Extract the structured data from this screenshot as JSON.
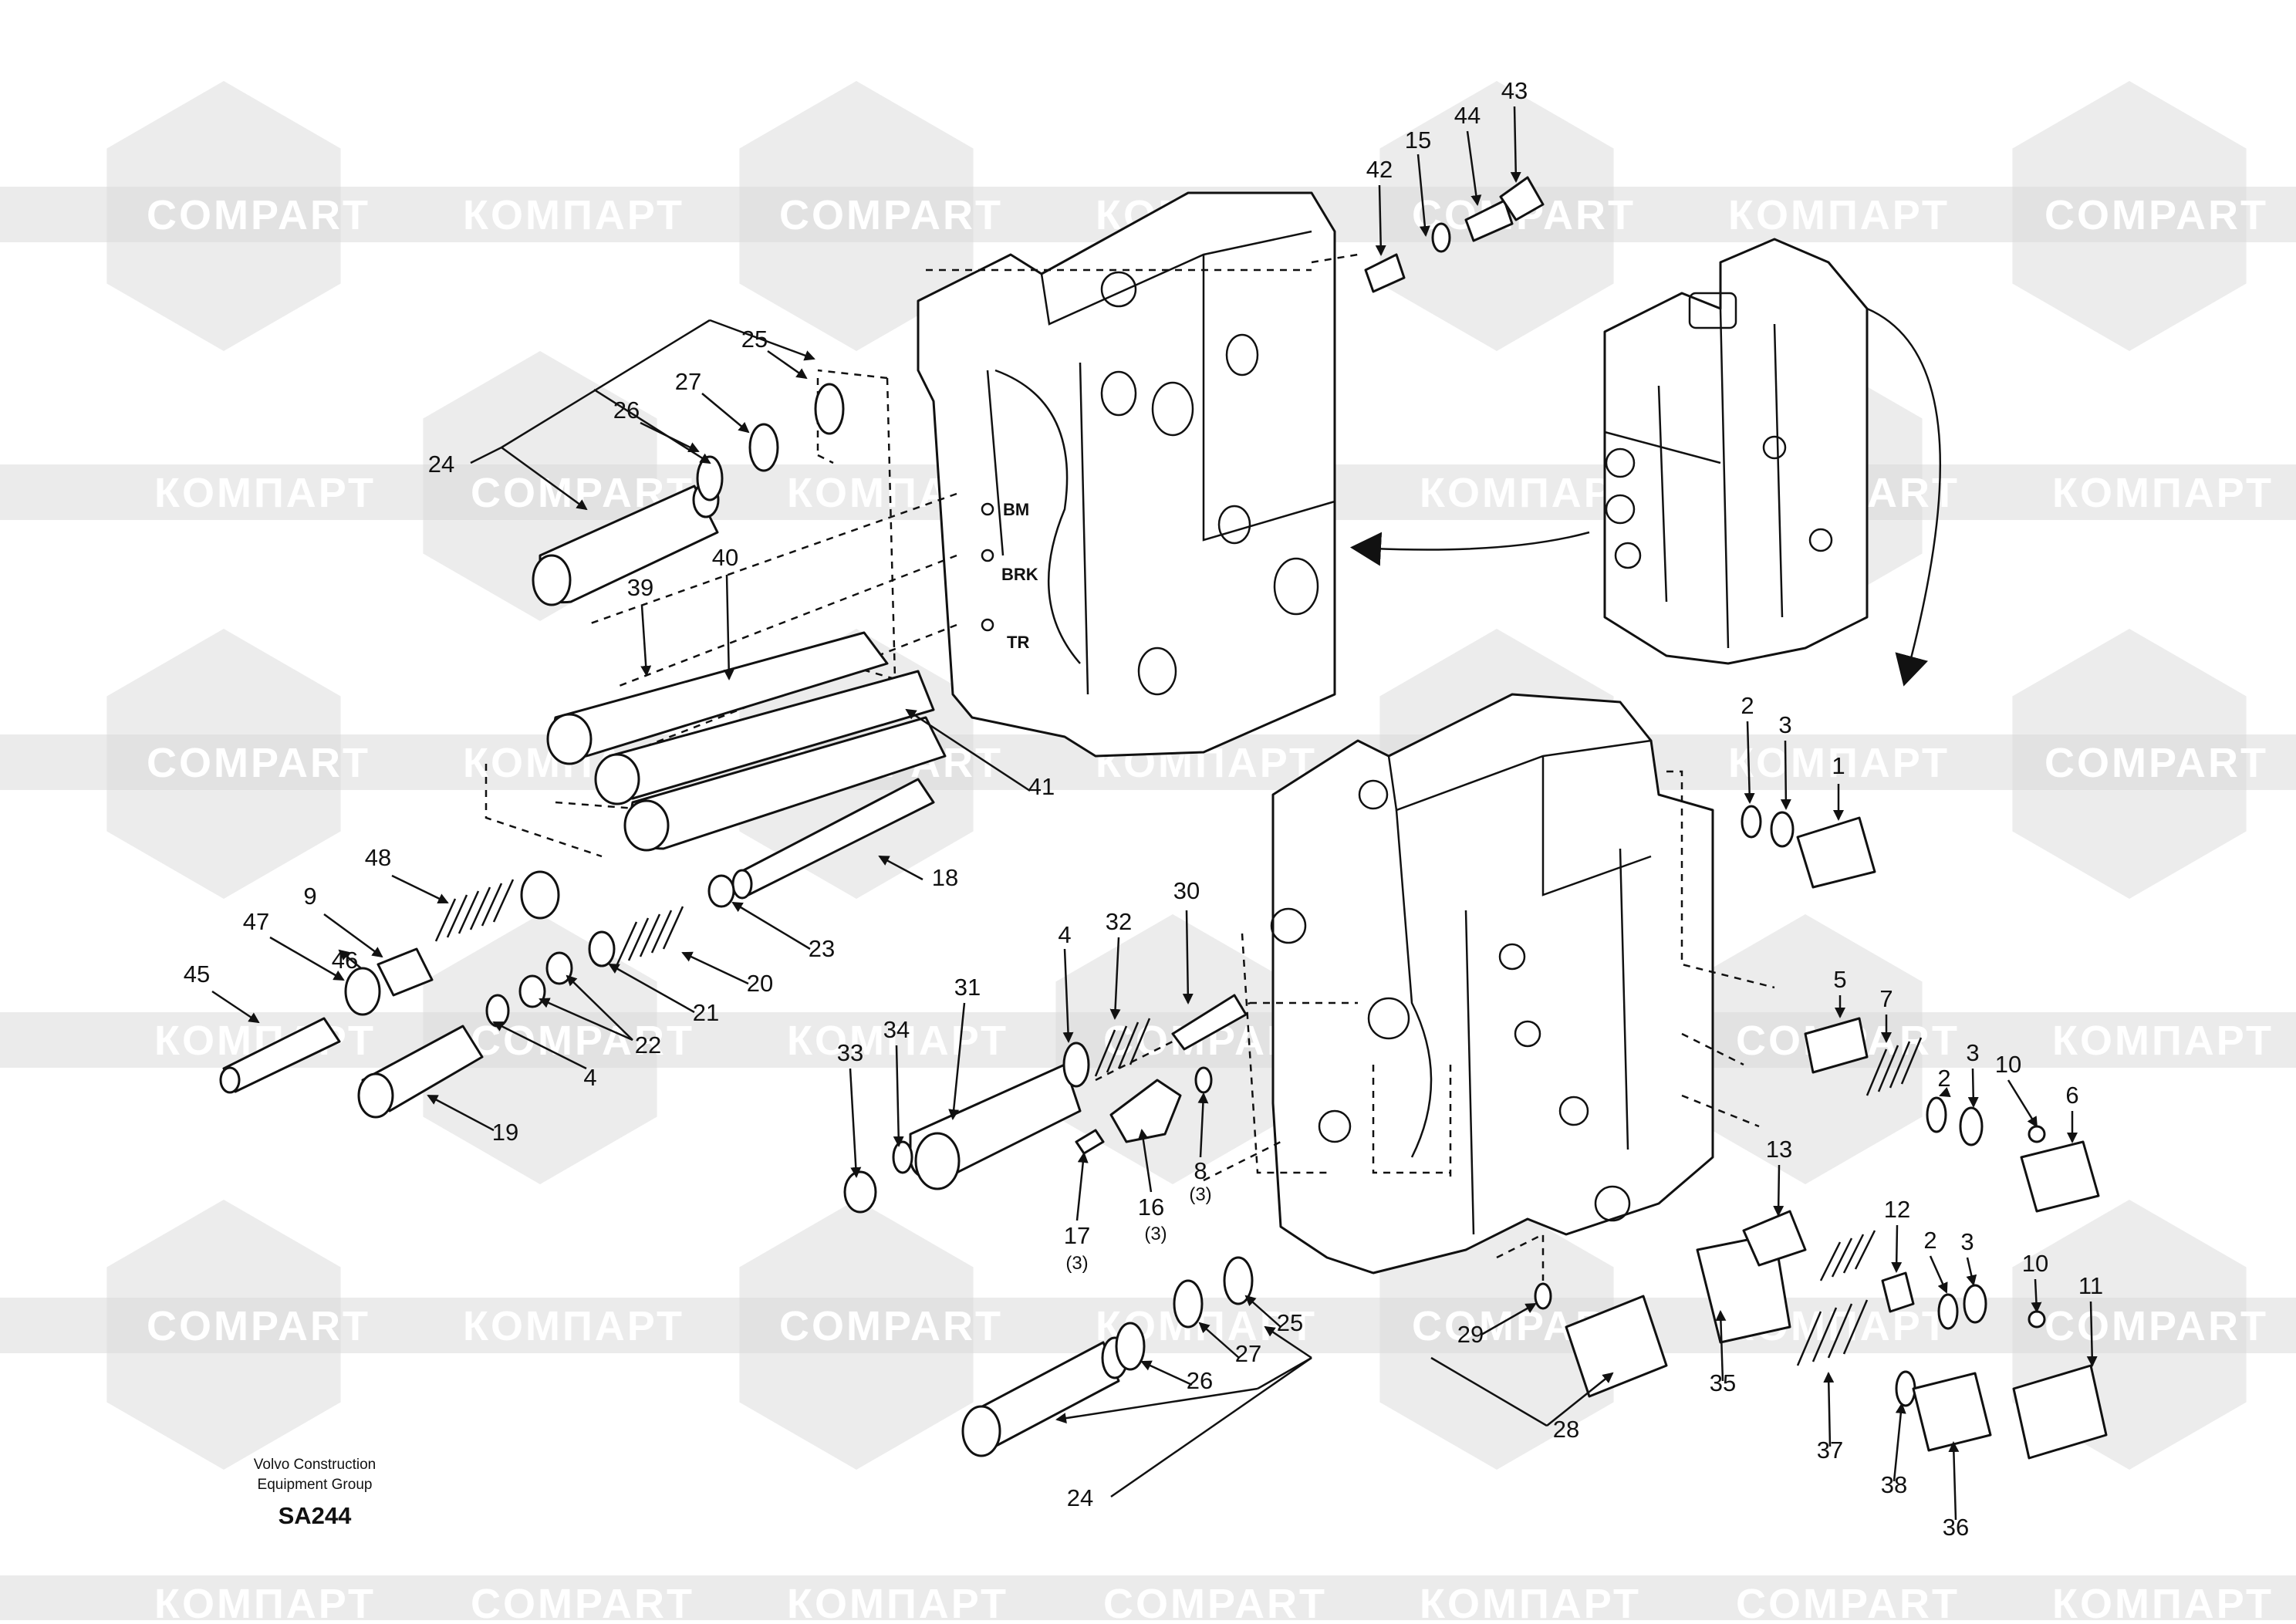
{
  "watermark": {
    "brand_a": "COMPART",
    "brand_b": "КОМПАРТ"
  },
  "valve_ports": [
    "BM",
    "BRK",
    "TR"
  ],
  "callouts": [
    "1",
    "2",
    "3",
    "2",
    "3",
    "2",
    "3",
    "4",
    "4",
    "5",
    "6",
    "7",
    "8",
    "(3)",
    "9",
    "10",
    "10",
    "11",
    "12",
    "13",
    "15",
    "16",
    "(3)",
    "17",
    "(3)",
    "18",
    "19",
    "20",
    "21",
    "22",
    "23",
    "24",
    "24",
    "25",
    "25",
    "26",
    "26",
    "27",
    "27",
    "28",
    "29",
    "30",
    "31",
    "32",
    "33",
    "34",
    "35",
    "36",
    "37",
    "38",
    "39",
    "40",
    "41",
    "42",
    "43",
    "44",
    "45",
    "46",
    "47",
    "48"
  ],
  "footer": {
    "credit_line1": "Volvo Construction",
    "credit_line2": "Equipment Group",
    "code": "SA244"
  }
}
